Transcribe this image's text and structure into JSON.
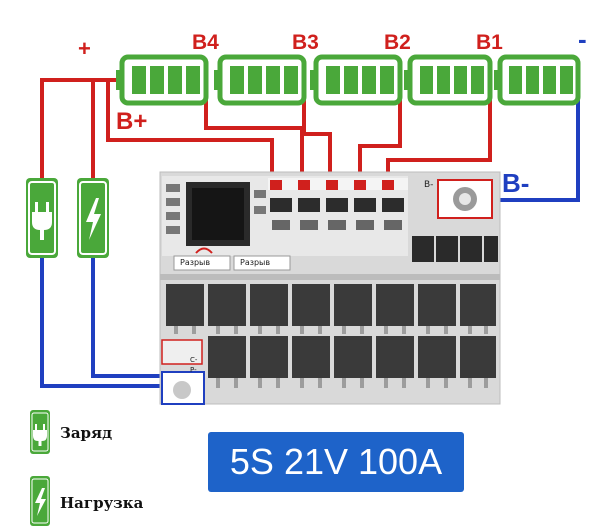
{
  "labels": {
    "plus": "+",
    "minus": "-",
    "b4": "B4",
    "b3": "B3",
    "b2": "B2",
    "b1": "B1",
    "b_plus": "B+",
    "b_minus": "B-"
  },
  "board": {
    "switch_label_left": "Разрыв",
    "switch_label_right": "Разрыв",
    "tab_b_minus": "B-",
    "tab_c_minus": "C-",
    "tab_p_minus": "P-"
  },
  "legend": {
    "charge_label": "Заряд",
    "load_label": "Нагрузка"
  },
  "spec": "5S 21V 100A",
  "colors": {
    "red_wire": "#d0201d",
    "blue_wire": "#1f3fc0",
    "battery_green": "#4aa83a",
    "spec_box": "#1e63c9"
  },
  "icons": {
    "charge": "plug-icon",
    "load": "lightning-icon"
  }
}
